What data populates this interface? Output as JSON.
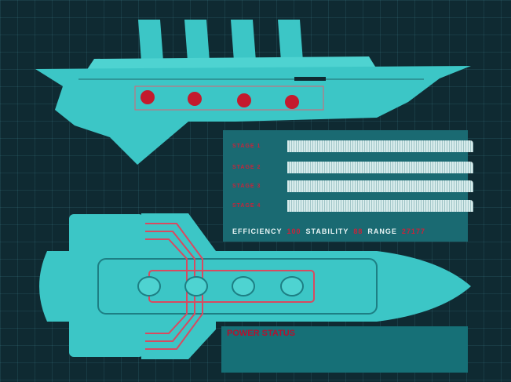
{
  "stages": [
    {
      "label": "STAGE 1"
    },
    {
      "label": "STAGE 2"
    },
    {
      "label": "STAGE 3"
    },
    {
      "label": "STAGE 4"
    }
  ],
  "stats": {
    "efficiency_label": "EFFICIENCY",
    "efficiency_value": "100",
    "stability_label": "STABILITY",
    "stability_value": "88",
    "range_label": "RANGE",
    "range_value": "27177"
  },
  "power": {
    "title": "POWER STATUS"
  },
  "colors": {
    "hull": "#3cc6c6",
    "accent": "#c8233a",
    "background": "#0f2a32"
  }
}
